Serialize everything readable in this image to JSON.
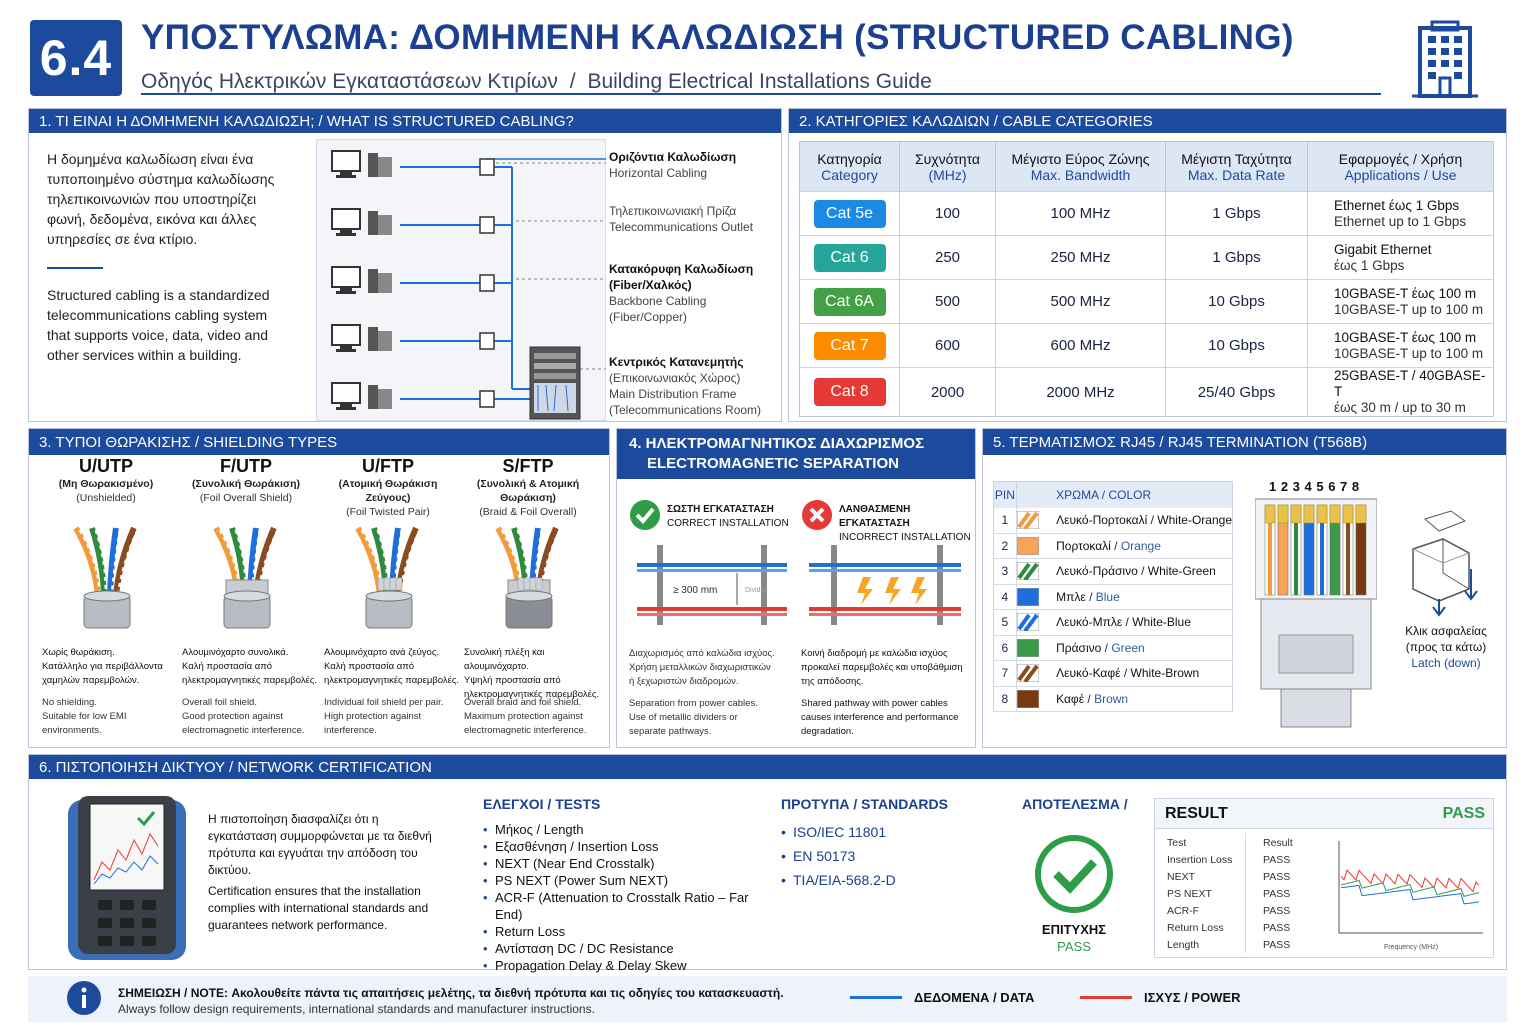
{
  "header": {
    "number": "6.4",
    "title": "ΥΠΟΣΤΥΛΩΜΑ: ΔΟΜΗΜΕΝΗ ΚΑΛΩΔΙΩΣΗ (STRUCTURED CABLING)",
    "subtitle_gr": "Οδηγός Ηλεκτρικών Εγκαταστάσεων Κτιρίων",
    "separator": "/",
    "subtitle_en": "Building Electrical Installations Guide"
  },
  "s1": {
    "title": "1. ΤΙ ΕΙΝΑΙ Η ΔΟΜΗΜΕΝΗ ΚΑΛΩΔΙΩΣΗ; / WHAT IS STRUCTURED CABLING?",
    "text_gr": "Η δομημένα καλωδίωση είναι ένα τυποποιημένο σύστημα καλωδίωσης τηλεπικοινωνιών που υποστηρίζει φωνή, δεδομένα, εικόνα και άλλες υπηρεσίες σε ένα κτίριο.",
    "text_en": "Structured cabling is a standardized telecommunications cabling system that supports voice, data, video and other services within a building.",
    "labels": [
      {
        "gr": "Οριζόντια Καλωδίωση",
        "en": "Horizontal Cabling"
      },
      {
        "gr": "Τηλεπικοινωνιακή Πρίζα",
        "en": "Telecommunications Outlet"
      },
      {
        "gr": "Κατακόρυφη Καλωδίωση",
        "gr2": "(Fiber/Χαλκός)",
        "en": "Backbone Cabling",
        "en2": "(Fiber/Copper)"
      },
      {
        "gr": "Κεντρικός Κατανεμητής",
        "gr2": "(Επικοινωνιακός Χώρος)",
        "en": "Main Distribution Frame",
        "en2": "(Telecommunications Room)"
      }
    ]
  },
  "s2": {
    "title": "2. ΚΑΤΗΓΟΡΙΕΣ ΚΑΛΩΔΙΩΝ / CABLE CATEGORIES",
    "headers": [
      {
        "gr": "Κατηγορία",
        "en": "Category"
      },
      {
        "gr": "Συχνότητα",
        "en": "(MHz)"
      },
      {
        "gr": "Μέγιστο Εύρος Ζώνης",
        "en": "Max. Bandwidth"
      },
      {
        "gr": "Μέγιστη Ταχύτητα",
        "en": "Max. Data Rate"
      },
      {
        "gr": "Εφαρμογές / Χρήση",
        "en": "Applications / Use"
      }
    ],
    "rows": [
      {
        "cat": "Cat 5e",
        "color": "#1e88e5",
        "freq": "100",
        "bw": "100 MHz",
        "rate": "1 Gbps",
        "app1": "Ethernet έως 1 Gbps",
        "app2": "Ethernet up to 1 Gbps"
      },
      {
        "cat": "Cat 6",
        "color": "#26a69a",
        "freq": "250",
        "bw": "250 MHz",
        "rate": "1 Gbps",
        "app1": "Gigabit Ethernet",
        "app2": "έως 1 Gbps"
      },
      {
        "cat": "Cat 6A",
        "color": "#43a047",
        "freq": "500",
        "bw": "500 MHz",
        "rate": "10 Gbps",
        "app1": "10GBASE-T έως 100 m",
        "app2": "10GBASE-T up to 100 m"
      },
      {
        "cat": "Cat 7",
        "color": "#fb8c00",
        "freq": "600",
        "bw": "600 MHz",
        "rate": "10 Gbps",
        "app1": "10GBASE-T έως 100 m",
        "app2": "10GBASE-T up to 100 m"
      },
      {
        "cat": "Cat 8",
        "color": "#e53935",
        "freq": "2000",
        "bw": "2000 MHz",
        "rate": "25/40 Gbps",
        "app1": "25GBASE-T / 40GBASE-T",
        "app2": "έως 30 m / up to 30 m"
      }
    ]
  },
  "s3": {
    "title": "3. ΤΥΠΟΙ ΘΩΡΑΚΙΣΗΣ / SHIELDING TYPES",
    "types": [
      {
        "name": "U/UTP",
        "gr": "(Μη Θωρακισμένο)",
        "en": "(Unshielded)",
        "d1": "Χωρίς θωράκιση.",
        "d2": "Κατάλληλο για περιβάλλοντα",
        "d3": "χαμηλών παρεμβολών.",
        "e1": "No shielding.",
        "e2": "Suitable for low EMI",
        "e3": "environments."
      },
      {
        "name": "F/UTP",
        "gr": "(Συνολική Θωράκιση)",
        "en": "(Foil Overall Shield)",
        "d1": "Αλουμινόχαρτο συνολικά.",
        "d2": "Καλή προστασία από",
        "d3": "ηλεκτρομαγνητικές παρεμβολές.",
        "e1": "Overall foil shield.",
        "e2": "Good protection against",
        "e3": "electromagnetic interference."
      },
      {
        "name": "U/FTP",
        "gr": "(Ατομική Θωράκιση Ζεύγους)",
        "en": "(Foil Twisted Pair)",
        "d1": "Αλουμινόχαρτο ανά ζεύγος.",
        "d2": "Καλή προστασία από",
        "d3": "ηλεκτρομαγνητικές παρεμβολές.",
        "e1": "Individual foil shield per pair.",
        "e2": "High protection against",
        "e3": "interference."
      },
      {
        "name": "S/FTP",
        "gr": "(Συνολική & Ατομική Θωράκιση)",
        "en": "(Braid & Foil Overall)",
        "d1": "Συνολική πλέξη και αλουμινόχαρτο.",
        "d2": "Υψηλή προστασία από",
        "d3": "ηλεκτρομαγνητικές παρεμβολές.",
        "e1": "Overall braid and foil shield.",
        "e2": "Maximum protection against",
        "e3": "electromagnetic interference."
      }
    ]
  },
  "s4": {
    "title1": "4. ΗΛΕΚΤΡΟΜΑΓΝΗΤΙΚΟΣ ΔΙΑΧΩΡΙΣΜΟΣ",
    "title2": "ELECTROMAGNETIC SEPARATION",
    "correct_gr": "ΣΩΣΤΗ ΕΓΚΑΤΑΣΤΑΣΗ",
    "correct_en": "CORRECT INSTALLATION",
    "distance": "≥ 300 mm",
    "divider": "Divider",
    "incorrect_gr": "ΛΑΝΘΑΣΜΕΝΗ ΕΓΚΑΤΑΣΤΑΣΗ",
    "incorrect_en": "INCORRECT INSTALLATION",
    "c_d1": "Διαχωρισμός από καλώδια ισχύος.",
    "c_d2": "Χρήση μεταλλικών διαχωριστικών",
    "c_d3": "ή ξεχωριστών διαδρομών.",
    "c_e1": "Separation from power cables.",
    "c_e2": "Use of metallic dividers or",
    "c_e3": "separate pathways.",
    "i_d1": "Κοινή διαδρομή με καλώδια ισχύος",
    "i_d2": "προκαλεί παρεμβολές και υποβάθμιση",
    "i_d3": "της απόδοσης.",
    "i_e1": "Shared pathway with power cables",
    "i_e2": "causes interference and performance",
    "i_e3": "degradation."
  },
  "s5": {
    "title": "5. ΤΕΡΜΑΤΙΣΜΟΣ RJ45 / RJ45 TERMINATION (T568B)",
    "pin_h": "PIN",
    "color_h": "ΧΡΩΜΑ / COLOR",
    "pin_numbers": "1 2 3 4 5 6 7 8",
    "pins": [
      {
        "n": "1",
        "gr": "Λευκό-Πορτοκαλί",
        "en": "White-Orange",
        "c": "#f39a3d",
        "striped": true
      },
      {
        "n": "2",
        "gr": "Πορτοκαλί",
        "en": "Orange",
        "c": "#f6a45a",
        "striped": false
      },
      {
        "n": "3",
        "gr": "Λευκό-Πράσινο",
        "en": "White-Green",
        "c": "#2e8b3d",
        "striped": true
      },
      {
        "n": "4",
        "gr": "Μπλε",
        "en": "Blue",
        "c": "#1e6fd9",
        "striped": false
      },
      {
        "n": "5",
        "gr": "Λευκό-Μπλε",
        "en": "White-Blue",
        "c": "#1e6fd9",
        "striped": true
      },
      {
        "n": "6",
        "gr": "Πράσινο",
        "en": "Green",
        "c": "#3a9a4a",
        "striped": false
      },
      {
        "n": "7",
        "gr": "Λευκό-Καφέ",
        "en": "White-Brown",
        "c": "#8a4b1e",
        "striped": true
      },
      {
        "n": "8",
        "gr": "Καφέ",
        "en": "Brown",
        "c": "#7a3a10",
        "striped": false
      }
    ],
    "latch_gr": "Κλικ ασφαλείας",
    "latch_gr2": "(προς τα κάτω)",
    "latch_en": "Latch (down)"
  },
  "s6": {
    "title": "6. ΠΙΣΤΟΠΟΙΗΣΗ ΔΙΚΤΥΟΥ / NETWORK CERTIFICATION",
    "text_gr": "Η πιστοποίηση διασφαλίζει ότι η εγκατάσταση συμμορφώνεται με τα διεθνή πρότυπα και εγγυάται την απόδοση του δικτύου.",
    "text_en": "Certification ensures that the installation complies with international standards and guarantees network performance.",
    "tests_title": "ΕΛΕΓΧΟΙ / TESTS",
    "tests": [
      "Μήκος / Length",
      "Εξασθένηση / Insertion Loss",
      "NEXT (Near End Crosstalk)",
      "PS NEXT (Power Sum NEXT)",
      "ACR-F (Attenuation to Crosstalk Ratio – Far End)",
      "Return Loss",
      "Αντίσταση DC / DC Resistance",
      "Propagation Delay & Delay Skew"
    ],
    "standards_title": "ΠΡΟΤΥΠΑ / STANDARDS",
    "standards": [
      "ISO/IEC 11801",
      "EN 50173",
      "TIA/EIA-568.2-D"
    ],
    "result_title": "ΑΠΟΤΕΛΕΣΜΑ /",
    "success_gr": "ΕΠΙΤΥΧΗΣ",
    "success_en": "PASS",
    "result_box": {
      "label": "RESULT",
      "status": "PASS",
      "col1": "Test",
      "col2": "Result",
      "rows": [
        {
          "t": "Insertion Loss",
          "r": "PASS"
        },
        {
          "t": "NEXT",
          "r": "PASS"
        },
        {
          "t": "PS NEXT",
          "r": "PASS"
        },
        {
          "t": "ACR-F",
          "r": "PASS"
        },
        {
          "t": "Return Loss",
          "r": "PASS"
        },
        {
          "t": "Length",
          "r": "PASS"
        }
      ],
      "xlabel": "Frequency (MHz)"
    }
  },
  "footer": {
    "note_label": "ΣΗΜΕΙΩΣΗ / NOTE:",
    "note_gr": "Ακολουθείτε πάντα τις απαιτήσεις μελέτης, τα διεθνή πρότυπα και τις οδηγίες του κατασκευαστή.",
    "note_en": "Always follow design requirements, international standards and manufacturer instructions.",
    "legend_data": "ΔΕΔΟΜΕΝΑ / DATA",
    "legend_power": "ΙΣΧΥΣ / POWER",
    "data_color": "#1e6fd9",
    "power_color": "#e53935"
  }
}
